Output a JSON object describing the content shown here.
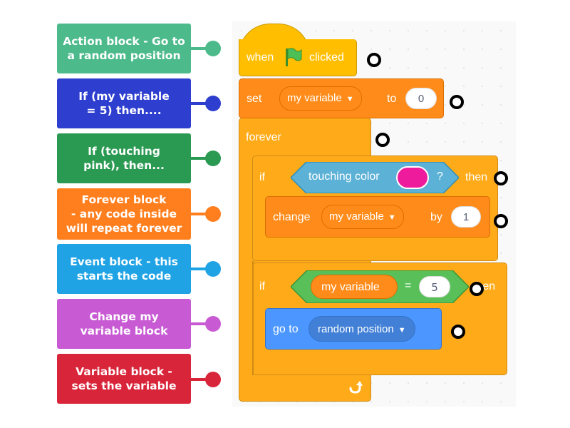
{
  "labels": [
    {
      "text": "Action block - Go to\na random position",
      "color": "#4CBA8A"
    },
    {
      "text": "If (my variable\n= 5) then....",
      "color": "#2E3ECF"
    },
    {
      "text": "If (touching\npink), then...",
      "color": "#2A9A52"
    },
    {
      "text": "Forever block\n- any code inside\nwill repeat forever",
      "color": "#FF7F1F"
    },
    {
      "text": "Event block - this\nstarts the code",
      "color": "#1FA3E5"
    },
    {
      "text": "Change my\nvariable block",
      "color": "#C85BD4"
    },
    {
      "text": "Variable block -\nsets the variable",
      "color": "#D9253A"
    }
  ],
  "script": {
    "hat": {
      "when": "when",
      "flag_icon": "green-flag-icon",
      "clicked": "clicked"
    },
    "set": {
      "keyword": "set",
      "variable": "my variable",
      "to": "to",
      "value": "0"
    },
    "forever": {
      "keyword": "forever",
      "loop_icon": "loop-arrow-icon"
    },
    "if_touching": {
      "if": "if",
      "sensing": "touching color",
      "color": "#EE1B9C",
      "question": "?",
      "then": "then"
    },
    "change": {
      "keyword": "change",
      "variable": "my variable",
      "by": "by",
      "value": "1"
    },
    "if_equal": {
      "if": "if",
      "variable": "my variable",
      "operator": "=",
      "value": "5",
      "then": "then"
    },
    "goto": {
      "keyword": "go to",
      "target": "random position"
    }
  },
  "colors": {
    "events": "#FFBF00",
    "variables": "#FF8C1A",
    "control": "#FFAB19",
    "sensing": "#5CB1D6",
    "operators": "#59C059",
    "motion": "#4C97FF"
  }
}
